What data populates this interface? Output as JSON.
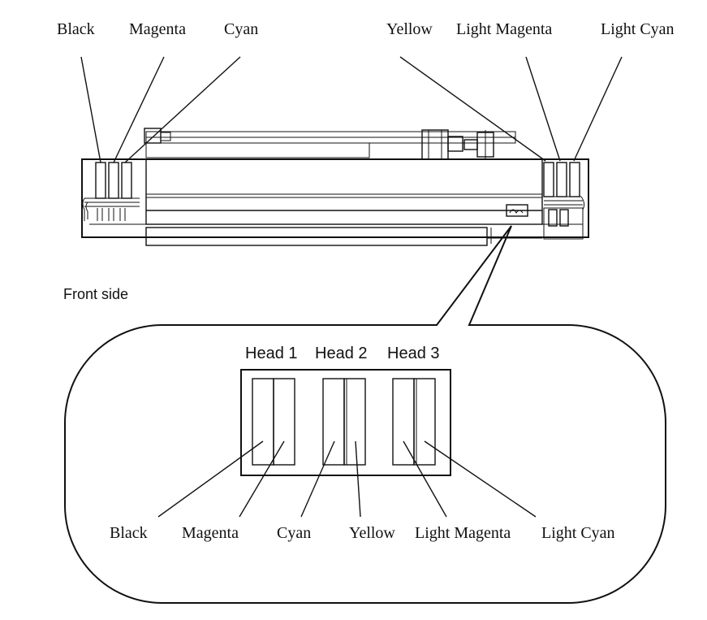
{
  "top_labels": {
    "black": "Black",
    "magenta": "Magenta",
    "cyan": "Cyan",
    "yellow": "Yellow",
    "light_magenta": "Light Magenta",
    "light_cyan": "Light Cyan"
  },
  "front_side_label": "Front side",
  "heads": {
    "head1": "Head 1",
    "head2": "Head 2",
    "head3": "Head 3"
  },
  "bottom_labels": {
    "black": "Black",
    "magenta": "Magenta",
    "cyan": "Cyan",
    "yellow": "Yellow",
    "light_magenta": "Light Magenta",
    "light_cyan": "Light Cyan"
  }
}
